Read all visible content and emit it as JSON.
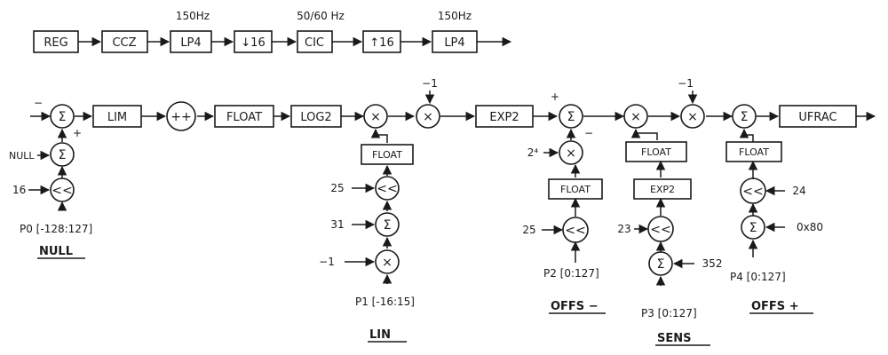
{
  "colors": {
    "ink": "#1a1a1a",
    "paper": "#ffffff"
  },
  "chain1": {
    "blocks": [
      "REG",
      "CCZ",
      "LP4",
      "↓16",
      "CIC",
      "↑16",
      "LP4"
    ],
    "rate_labels": [
      "150Hz",
      "50/60 Hz",
      "150Hz"
    ]
  },
  "chain2": {
    "blocks": [
      "LIM",
      "FLOAT",
      "LOG2",
      "EXP2",
      "UFRAC"
    ],
    "ops": [
      "Σ",
      "++",
      "×",
      "×",
      "Σ",
      "×",
      "×",
      "Σ"
    ],
    "constants": [
      "−1",
      "−1"
    ],
    "signs": [
      "−",
      "+",
      "+",
      "−"
    ]
  },
  "null_branch": {
    "ops": [
      "Σ",
      "<<"
    ],
    "inputs": [
      "NULL",
      "16"
    ],
    "param": "P0 [-128:127]",
    "caption": "NULL"
  },
  "lin_branch": {
    "block": "FLOAT",
    "ops": [
      "<<",
      "Σ",
      "×"
    ],
    "inputs": [
      "25",
      "31",
      "−1"
    ],
    "param": "P1 [-16:15]",
    "caption": "LIN"
  },
  "offs_minus_branch": {
    "ops": [
      "×",
      "<<"
    ],
    "block": "FLOAT",
    "inputs": [
      "2⁴",
      "25"
    ],
    "param": "P2 [0:127]",
    "caption": "OFFS −"
  },
  "sens_branch": {
    "blocks": [
      "FLOAT",
      "EXP2"
    ],
    "ops": [
      "<<",
      "Σ"
    ],
    "inputs": [
      "23",
      "352"
    ],
    "param": "P3 [0:127]",
    "caption": "SENS"
  },
  "offs_plus_branch": {
    "block": "FLOAT",
    "ops": [
      "<<",
      "Σ"
    ],
    "inputs": [
      "24",
      "0x80"
    ],
    "param": "P4 [0:127]",
    "caption": "OFFS +"
  }
}
